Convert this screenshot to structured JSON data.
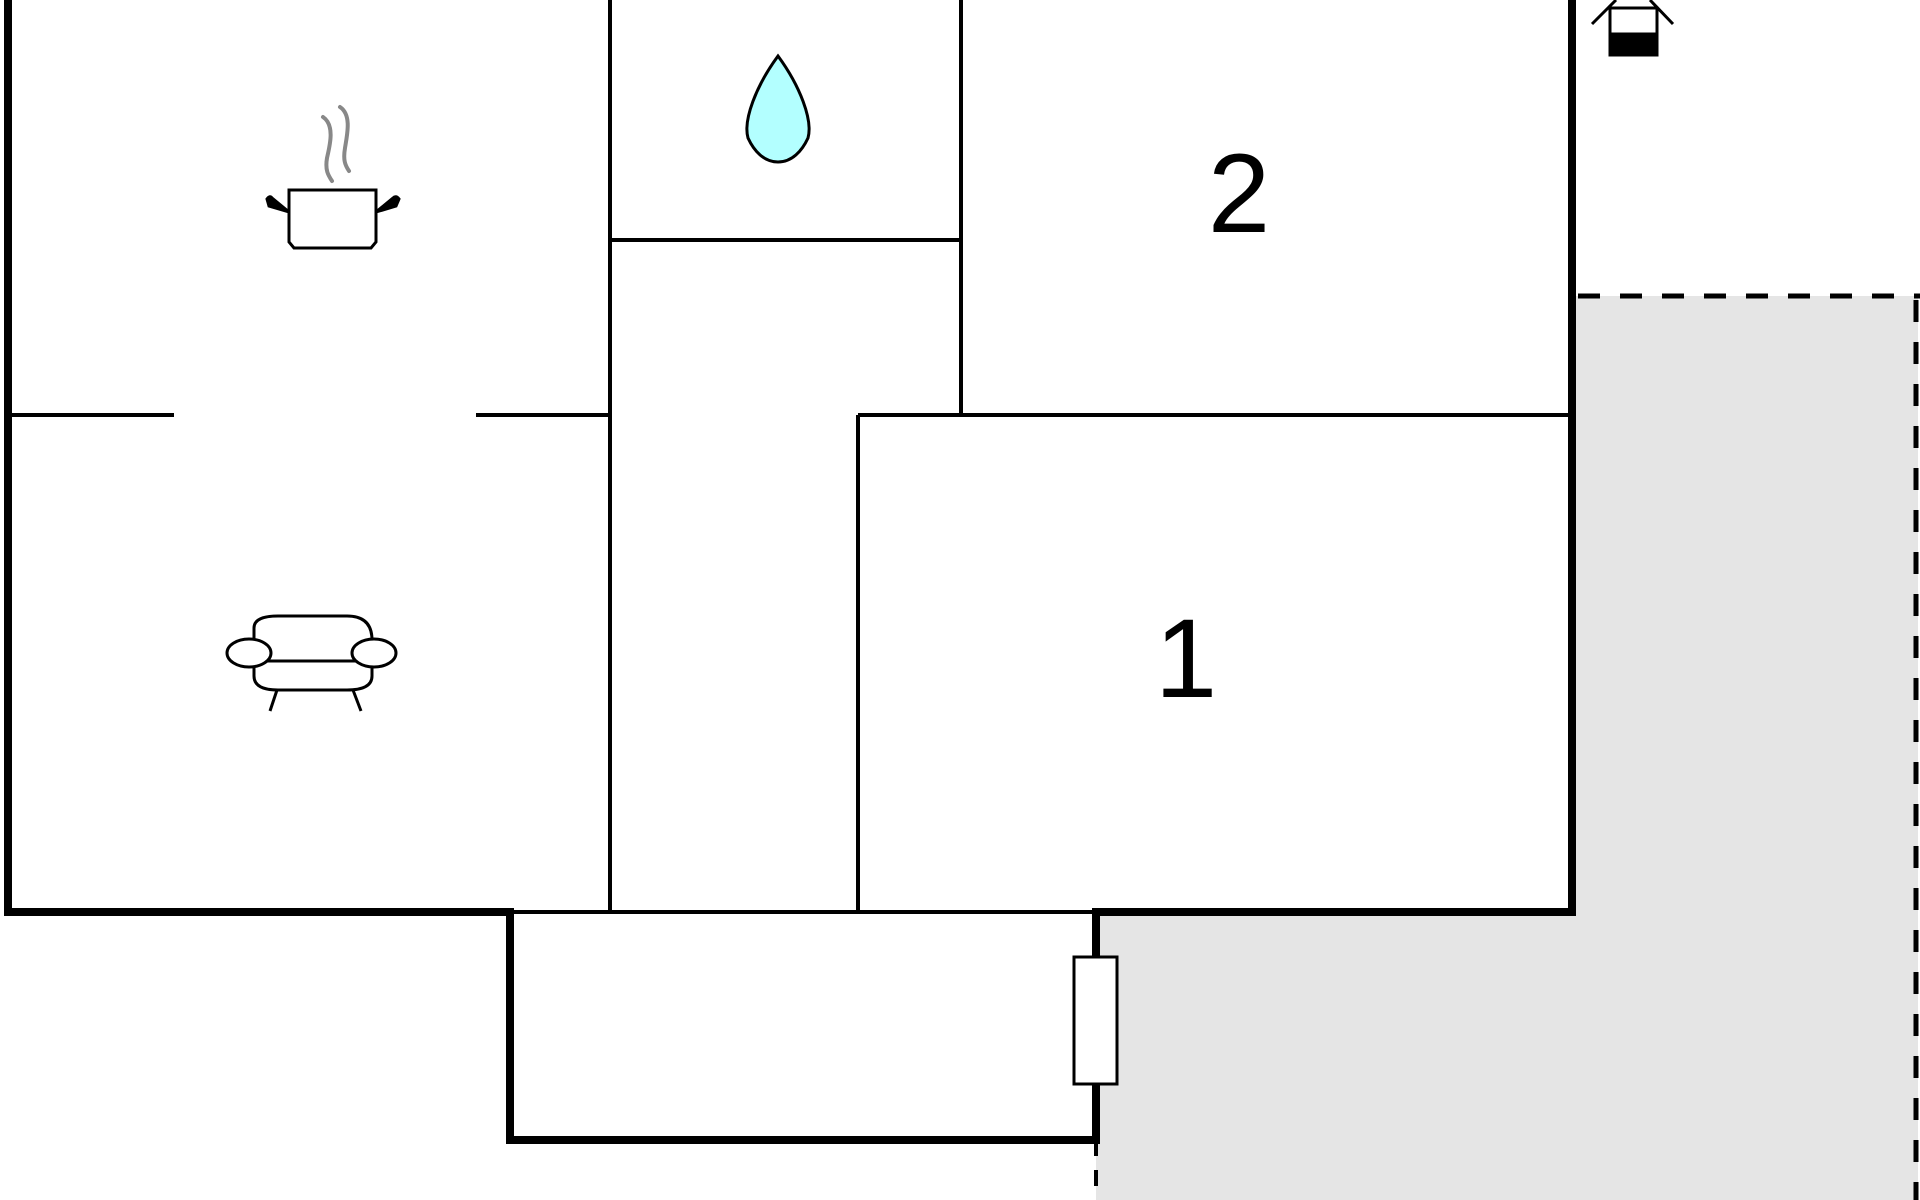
{
  "floor_plan": {
    "rooms": [
      {
        "id": "bedroom-1",
        "label": "1"
      },
      {
        "id": "bedroom-2",
        "label": "2"
      }
    ],
    "icons": {
      "kitchen": "cooking-pot-icon",
      "bathroom": "water-drop-icon",
      "living_room": "sofa-icon",
      "outdoor": "barbecue-grill-icon",
      "entrance": "door-icon"
    },
    "colors": {
      "wall": "#000000",
      "terrace_fill": "#e5e5e5",
      "water_fill": "#b3ffff",
      "steam": "#888888"
    }
  }
}
